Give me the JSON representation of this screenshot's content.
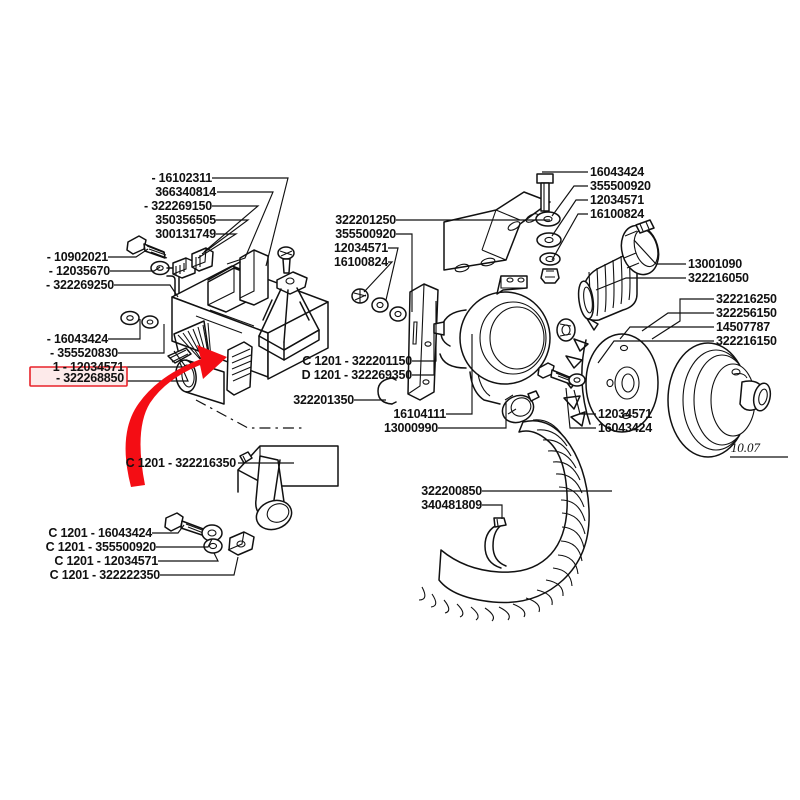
{
  "diagram": {
    "title": "Engine cooling / heater air ducting exploded parts diagram",
    "revision": "10.07",
    "highlight_color": "#e8222a",
    "highlighted_part": "322268850"
  },
  "label_groups": {
    "upper_left_stack": {
      "name": "upper-left-part-numbers",
      "items": [
        "- 16102311",
        "366340814",
        "- 322269150",
        "350356505",
        "300131749"
      ]
    },
    "left_fastener_stack": {
      "name": "left-fastener-part-numbers",
      "items": [
        "- 10902021",
        "- 12035670",
        "- 322269250"
      ]
    },
    "left_lower_stack": {
      "name": "left-lower-part-numbers",
      "items": [
        "- 16043424",
        "- 355520830",
        "1 - 12034571",
        "- 322268850"
      ]
    },
    "center_upper_stack": {
      "name": "center-upper-part-numbers",
      "items": [
        "322201250",
        "355500920",
        "12034571",
        "16100824"
      ]
    },
    "center_variant_stack": {
      "name": "center-variant-part-numbers",
      "items": [
        "C 1201 - 322201150",
        "D 1201 - 322269350"
      ]
    },
    "center_single": {
      "name": "center-single-part-number",
      "value": "322201350"
    },
    "center_lower_stack": {
      "name": "center-lower-part-numbers",
      "items": [
        "16104111",
        "13000990"
      ]
    },
    "upper_right_stack": {
      "name": "upper-right-part-numbers",
      "items": [
        "16043424",
        "355500920",
        "12034571",
        "16100824"
      ]
    },
    "right_bellows_stack": {
      "name": "right-bellows-part-numbers",
      "items": [
        "13001090",
        "322216050"
      ]
    },
    "right_fan_stack": {
      "name": "right-fan-part-numbers",
      "items": [
        "322216250",
        "322256150",
        "14507787",
        "322216150"
      ]
    },
    "right_lower_stack": {
      "name": "right-lower-part-numbers",
      "items": [
        "12034571",
        "16043424"
      ]
    },
    "bottom_elbow_single": {
      "name": "bottom-elbow-part-number",
      "value": "C 1201 - 322216350"
    },
    "bottom_left_stack": {
      "name": "bottom-left-part-numbers",
      "items": [
        "C 1201 - 16043424",
        "C 1201 - 355500920",
        "C 1201 - 12034571",
        "C 1201 - 322222350"
      ]
    },
    "hose_stack": {
      "name": "hose-part-numbers",
      "items": [
        "322200850",
        "340481809"
      ]
    }
  }
}
